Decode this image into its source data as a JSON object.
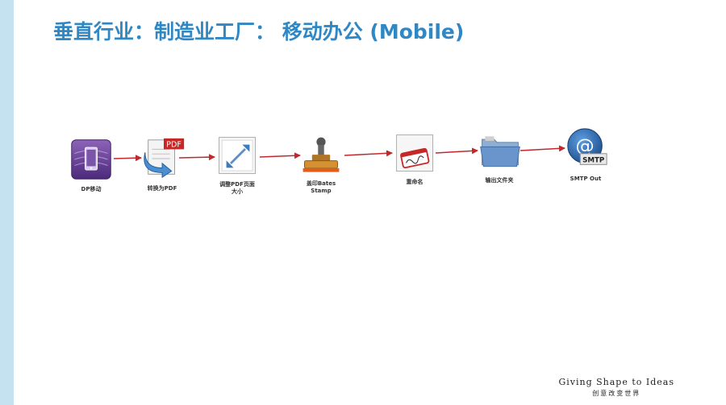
{
  "title": "垂直行业：制造业工厂：  移动办公 (Mobile)",
  "workflow": {
    "nodes": [
      {
        "label": "DP移动",
        "icon": "mobile-device-icon"
      },
      {
        "label": "转换为PDF",
        "icon": "convert-pdf-icon"
      },
      {
        "label": "调整PDF页面\n大小",
        "icon": "resize-page-icon"
      },
      {
        "label": "盖印Bates\nStamp",
        "icon": "bates-stamp-icon"
      },
      {
        "label": "重命名",
        "icon": "rename-icon"
      },
      {
        "label": "输出文件夹",
        "icon": "folder-icon"
      },
      {
        "label": "SMTP Out",
        "icon": "smtp-email-icon"
      }
    ],
    "pdf_badge": "PDF",
    "smtp_badge": "SMTP",
    "connector_color": "#c0282d"
  },
  "footer": {
    "tagline": "Giving Shape to Ideas",
    "tagline_cn": "创意改变世界"
  }
}
